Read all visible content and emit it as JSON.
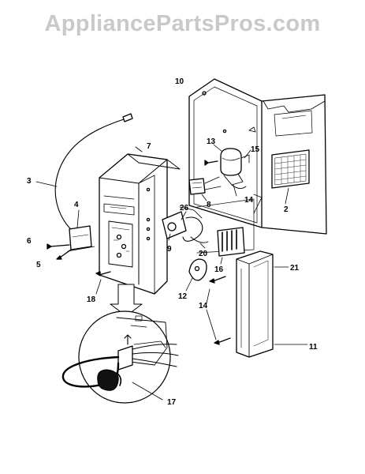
{
  "watermark": "AppliancePartsPros.com",
  "callouts": {
    "c2": "2",
    "c3": "3",
    "c4": "4",
    "c5": "5",
    "c6": "6",
    "c7": "7",
    "c8": "8",
    "c9": "9",
    "c10": "10",
    "c11": "11",
    "c12": "12",
    "c13": "13",
    "c14a": "14",
    "c14b": "14",
    "c15": "15",
    "c16": "16",
    "c17": "17",
    "c18": "18",
    "c20": "20",
    "c21": "21",
    "c26": "26"
  }
}
